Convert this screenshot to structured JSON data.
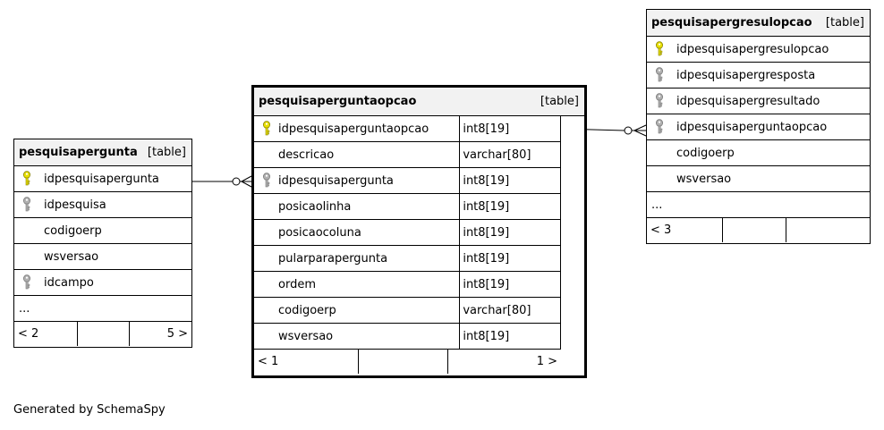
{
  "tables": {
    "pesquisapergunta": {
      "name": "pesquisapergunta",
      "type": "[table]",
      "columns": [
        {
          "name": "idpesquisapergunta",
          "key": "primary"
        },
        {
          "name": "idpesquisa",
          "key": "foreign"
        },
        {
          "name": "codigoerp",
          "key": "none"
        },
        {
          "name": "wsversao",
          "key": "none"
        },
        {
          "name": "idcampo",
          "key": "foreign"
        }
      ],
      "ellipsis": "...",
      "footer": {
        "left": "< 2",
        "middle": "",
        "right": "5 >"
      }
    },
    "pesquisaperguntaopcao": {
      "name": "pesquisaperguntaopcao",
      "type": "[table]",
      "columns": [
        {
          "name": "idpesquisaperguntaopcao",
          "type": "int8[19]",
          "key": "primary"
        },
        {
          "name": "descricao",
          "type": "varchar[80]",
          "key": "none"
        },
        {
          "name": "idpesquisapergunta",
          "type": "int8[19]",
          "key": "foreign"
        },
        {
          "name": "posicaolinha",
          "type": "int8[19]",
          "key": "none"
        },
        {
          "name": "posicaocoluna",
          "type": "int8[19]",
          "key": "none"
        },
        {
          "name": "pularparapergunta",
          "type": "int8[19]",
          "key": "none"
        },
        {
          "name": "ordem",
          "type": "int8[19]",
          "key": "none"
        },
        {
          "name": "codigoerp",
          "type": "varchar[80]",
          "key": "none"
        },
        {
          "name": "wsversao",
          "type": "int8[19]",
          "key": "none"
        }
      ],
      "footer": {
        "left": "< 1",
        "middle": "",
        "right": "1 >"
      }
    },
    "pesquisapergresulopcao": {
      "name": "pesquisapergresulopcao",
      "type": "[table]",
      "columns": [
        {
          "name": "idpesquisapergresulopcao",
          "key": "primary"
        },
        {
          "name": "idpesquisapergresposta",
          "key": "foreign"
        },
        {
          "name": "idpesquisapergresultado",
          "key": "foreign"
        },
        {
          "name": "idpesquisaperguntaopcao",
          "key": "foreign"
        },
        {
          "name": "codigoerp",
          "key": "none"
        },
        {
          "name": "wsversao",
          "key": "none"
        }
      ],
      "ellipsis": "...",
      "footer": {
        "left": "< 3",
        "middle": "",
        "right": ""
      }
    }
  },
  "footer_text": "Generated by SchemaSpy",
  "colors": {
    "primary_key": "#e8e000",
    "foreign_key": "#b0b0b0",
    "header_bg": "#f2f2f2"
  }
}
